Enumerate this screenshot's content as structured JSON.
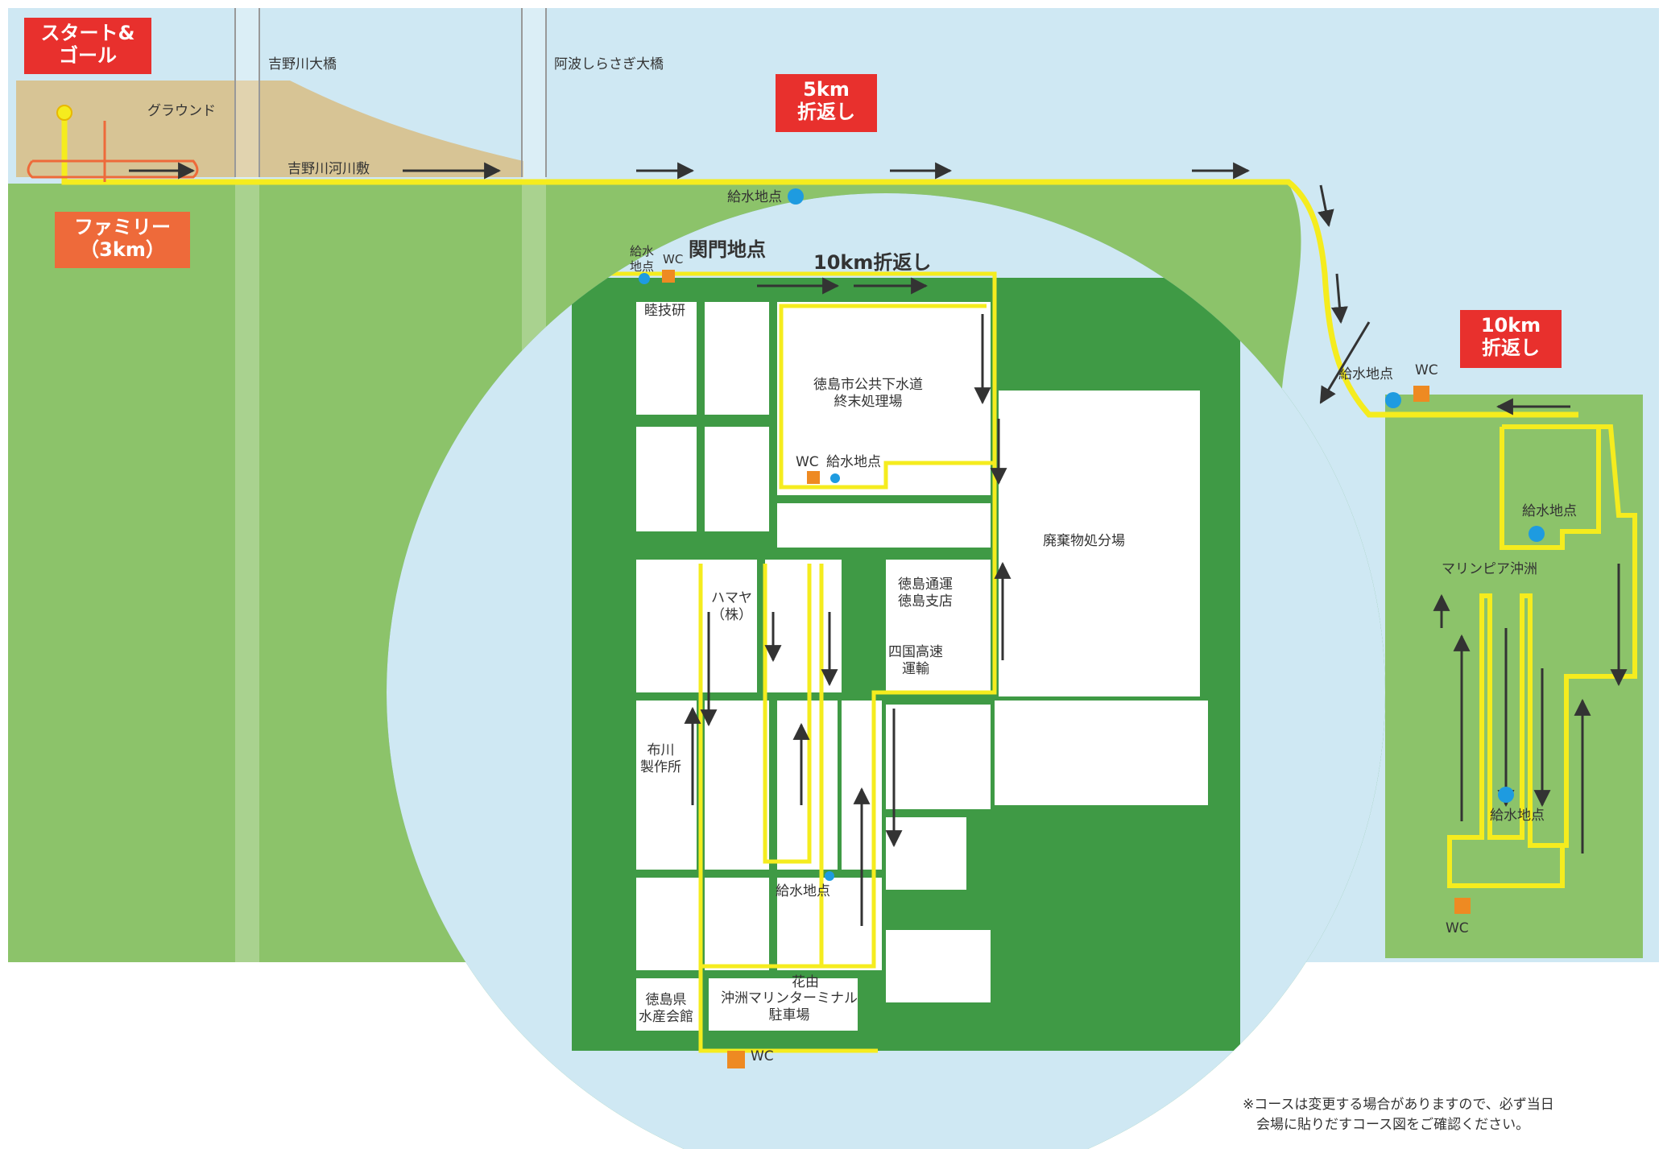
{
  "callouts": {
    "start_goal": "スタート&\nゴール",
    "family": "ファミリー\n（3km）",
    "turn_5km": "5km\n折返し",
    "turn_10km_right": "10km\n折返し",
    "turn_10km_inset": "10km折返し",
    "checkpoint": "関門地点"
  },
  "labels": {
    "ground": "グラウンド",
    "yoshino_bridge": "吉野川大橋",
    "awa_bridge": "阿波しらさぎ大橋",
    "riverbed": "吉野川河川敷",
    "water_station": "給水地点",
    "water_station_short": "給水\n地点",
    "wc": "WC",
    "mutsugiken": "睦技研",
    "sewage": "徳島市公共下水道\n終末処理場",
    "waste": "廃棄物処分場",
    "hamaya": "ハマヤ\n（株）",
    "tsuun": "徳島通運\n徳島支店",
    "shikoku": "四国高速\n運輸",
    "nunokawa": "布川\n製作所",
    "suisan": "徳島県\n水産会館",
    "hanayu": "花由",
    "terminal": "沖洲マリンターミナル\n駐車場",
    "marinpia": "マリンピア沖洲"
  },
  "note": "※コースは変更する場合がありますので、必ず当日\n　会場に貼りだすコース図をご確認ください。",
  "colors": {
    "water": "#cfe8f3",
    "land": "#8cc36a",
    "dark_green": "#3f9a45",
    "sand": "#d7c495",
    "course": "#f5ec1e",
    "callout_red": "#e8302d",
    "callout_orange": "#ee6a3a",
    "water_point": "#1e9be0",
    "wc": "#ee8a22"
  }
}
